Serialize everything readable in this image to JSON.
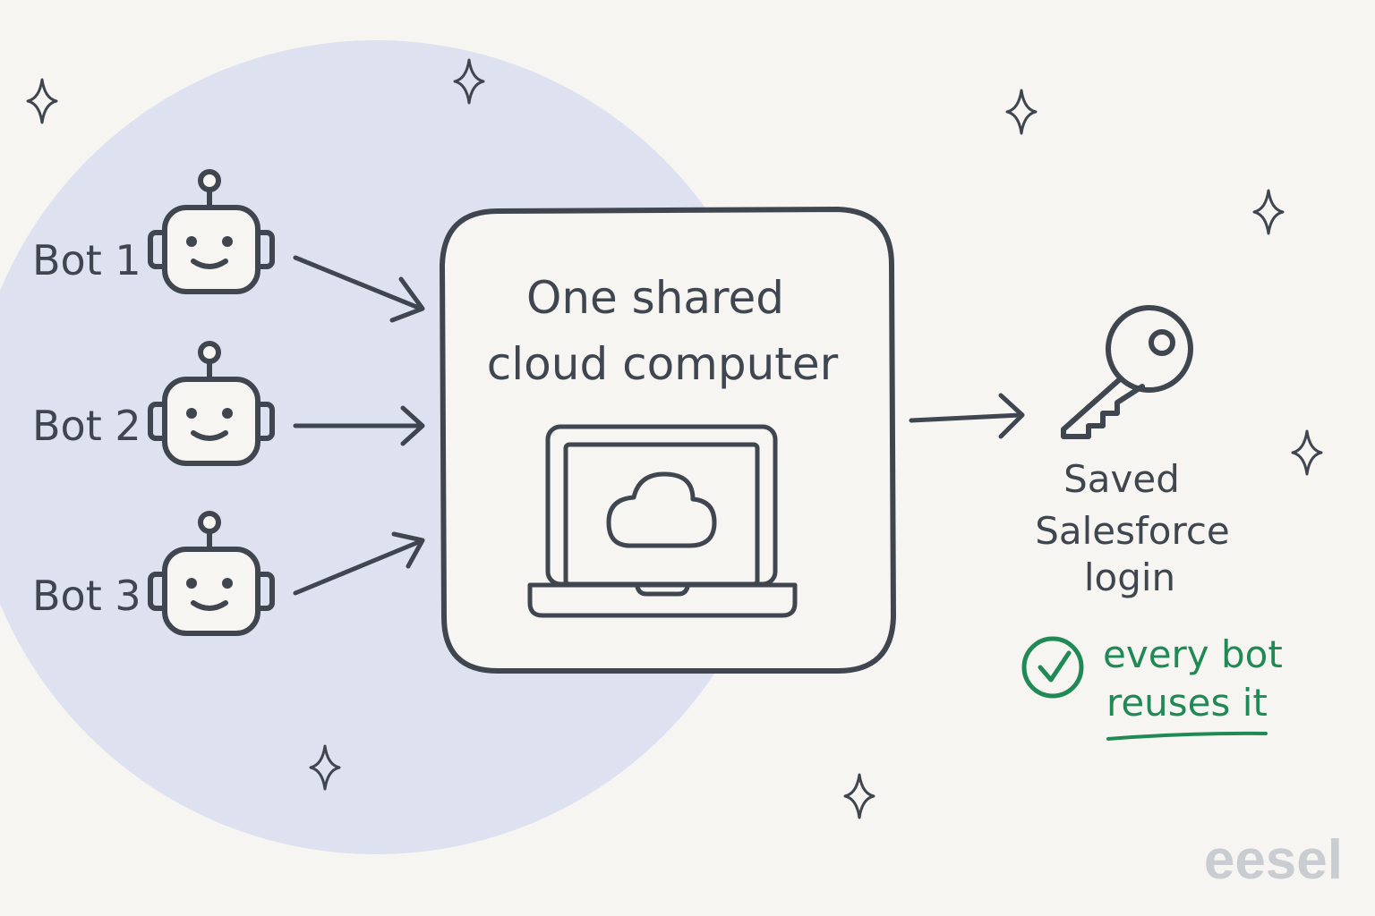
{
  "bots": [
    {
      "label": "Bot 1"
    },
    {
      "label": "Bot 2"
    },
    {
      "label": "Bot 3"
    }
  ],
  "center": {
    "line1": "One shared",
    "line2": "cloud computer"
  },
  "key": {
    "line1": "Saved",
    "line2": "Salesforce",
    "line3": "login"
  },
  "note": {
    "line1": "every bot",
    "line2": "reuses it"
  },
  "brand": "eesel",
  "colors": {
    "background": "#f6f5f1",
    "blob": "#dde1f0",
    "ink": "#3f4650",
    "green": "#1f8a55",
    "brand": "#c9ccd1"
  },
  "icons": [
    "robot-icon",
    "arrow-icon",
    "laptop-icon",
    "cloud-icon",
    "key-icon",
    "check-circle-icon",
    "sparkle-icon"
  ]
}
